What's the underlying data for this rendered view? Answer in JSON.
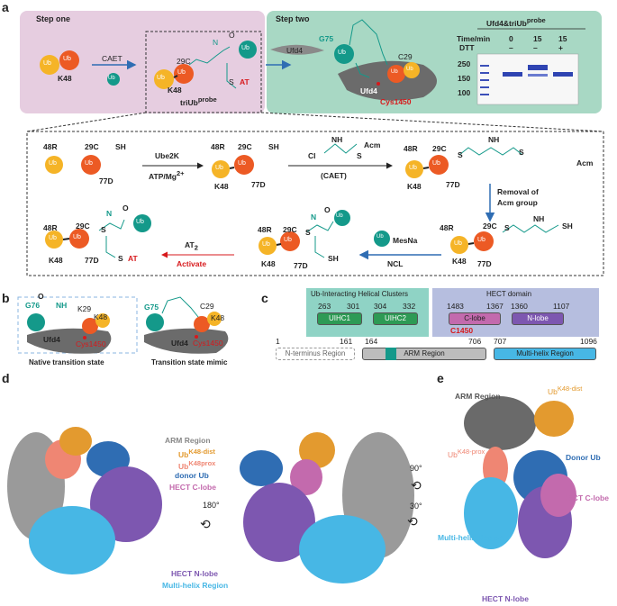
{
  "panels": {
    "a": "a",
    "b": "b",
    "c": "c",
    "d": "d",
    "e": "e"
  },
  "colors": {
    "step_one_bg": "#e6cde0",
    "step_two_bg": "#a8d8c4",
    "ub_yellow": "#f5b427",
    "ub_orange": "#ec5a24",
    "ub_teal": "#14998a",
    "ufd4_gray": "#8a8a8a",
    "red": "#d7191c",
    "blue": "#2f6db3",
    "purple": "#7d57b0",
    "magenta": "#c36aad",
    "light_blue": "#47b7e5",
    "hect_bg": "#b6bedf",
    "uihc_bg": "#8fd3c5"
  },
  "a": {
    "step_one": "Step one",
    "step_two": "Step two",
    "ub": "Ub",
    "k48": "K48",
    "caet": "CAET",
    "c29": "29C",
    "n": "N",
    "o": "O",
    "s": "S",
    "at": "AT",
    "tri": "triUb",
    "probe": "probe",
    "g75": "G75",
    "ufd4": "Ufd4",
    "cys": "Cys1450",
    "c29b": "C29",
    "gel": {
      "title": "Ufd4&triUb",
      "title_sup": "probe",
      "time_label": "Time/min",
      "times": [
        "0",
        "15",
        "15"
      ],
      "dtt_label": "DTT",
      "dtt": [
        "–",
        "–",
        "+"
      ],
      "markers": [
        "250",
        "150",
        "100"
      ]
    },
    "scheme": {
      "r48": "48R",
      "c29sh": "29C",
      "sh": "SH",
      "d77": "77D",
      "ube2k": "Ube2K",
      "atp": "ATP/Mg",
      "atp_sup": "2+",
      "cl": "Cl",
      "nh": "NH",
      "acm": "Acm",
      "caet_paren": "(CAET)",
      "removal1": "Removal of",
      "removal2": "Acm group",
      "mesna": "MesNa",
      "ncl": "NCL",
      "at2": "AT",
      "at2_sub": "2",
      "activate": "Activate"
    }
  },
  "b": {
    "native": "Native transition state",
    "mimic": "Transition state mimic",
    "g76": "G76",
    "o_minus": "O",
    "nh2": "NH",
    "k29": "K29",
    "k48": "K48",
    "c29": "C29",
    "g75": "G75",
    "ufd4": "Ufd4",
    "cys": "Cys1450"
  },
  "c": {
    "uihc_title": "Ub-Interacting Helical Clusters",
    "hect_title": "HECT domain",
    "uihc1": "UIHC1",
    "uihc2": "UIHC2",
    "clobe": "C-lobe",
    "nlobe": "N-lobe",
    "c1450": "C1450",
    "uihc_nums": [
      "263",
      "301",
      "304",
      "332"
    ],
    "hect_nums": [
      "1483",
      "1367",
      "1360",
      "1107"
    ],
    "regions": {
      "nterm": "N-terminus Region",
      "arm": "ARM Region",
      "multi": "Multi-helix Region"
    },
    "bounds": [
      "1",
      "161",
      "164",
      "706",
      "707",
      "1096"
    ]
  },
  "d": {
    "labels": {
      "arm": "ARM Region",
      "ub_dist": "Ub",
      "ub_dist_sup": "K48-dist",
      "ub_prox": "Ub",
      "ub_prox_sup": "K48prox",
      "donor": "donor Ub",
      "hect_c": "HECT C-lobe",
      "hect_n": "HECT N-lobe",
      "multi": "Multi-helix Region"
    },
    "rotation": "180°"
  },
  "e": {
    "labels": {
      "arm": "ARM Region",
      "ub_dist": "Ub",
      "ub_dist_sup": "K48-dist",
      "ub_prox": "Ub",
      "ub_prox_sup": "K48-prox",
      "donor": "Donor Ub",
      "hect_c": "HECT C-lobe",
      "multi": "Multi-helix Region",
      "hect_n": "HECT N-lobe"
    },
    "rot1": "90°",
    "rot2": "30°"
  }
}
